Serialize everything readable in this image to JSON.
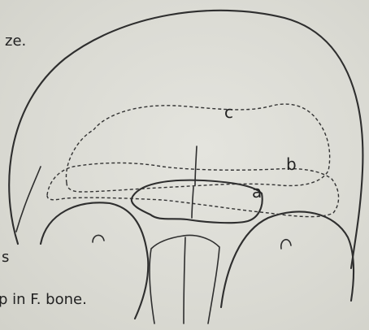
{
  "labels": {
    "top_left_fragment": "ze.",
    "region_c": "c",
    "region_b": "b",
    "region_a": "a",
    "left_margin_fragment": "s",
    "caption_fragment": "p in F. bone."
  }
}
